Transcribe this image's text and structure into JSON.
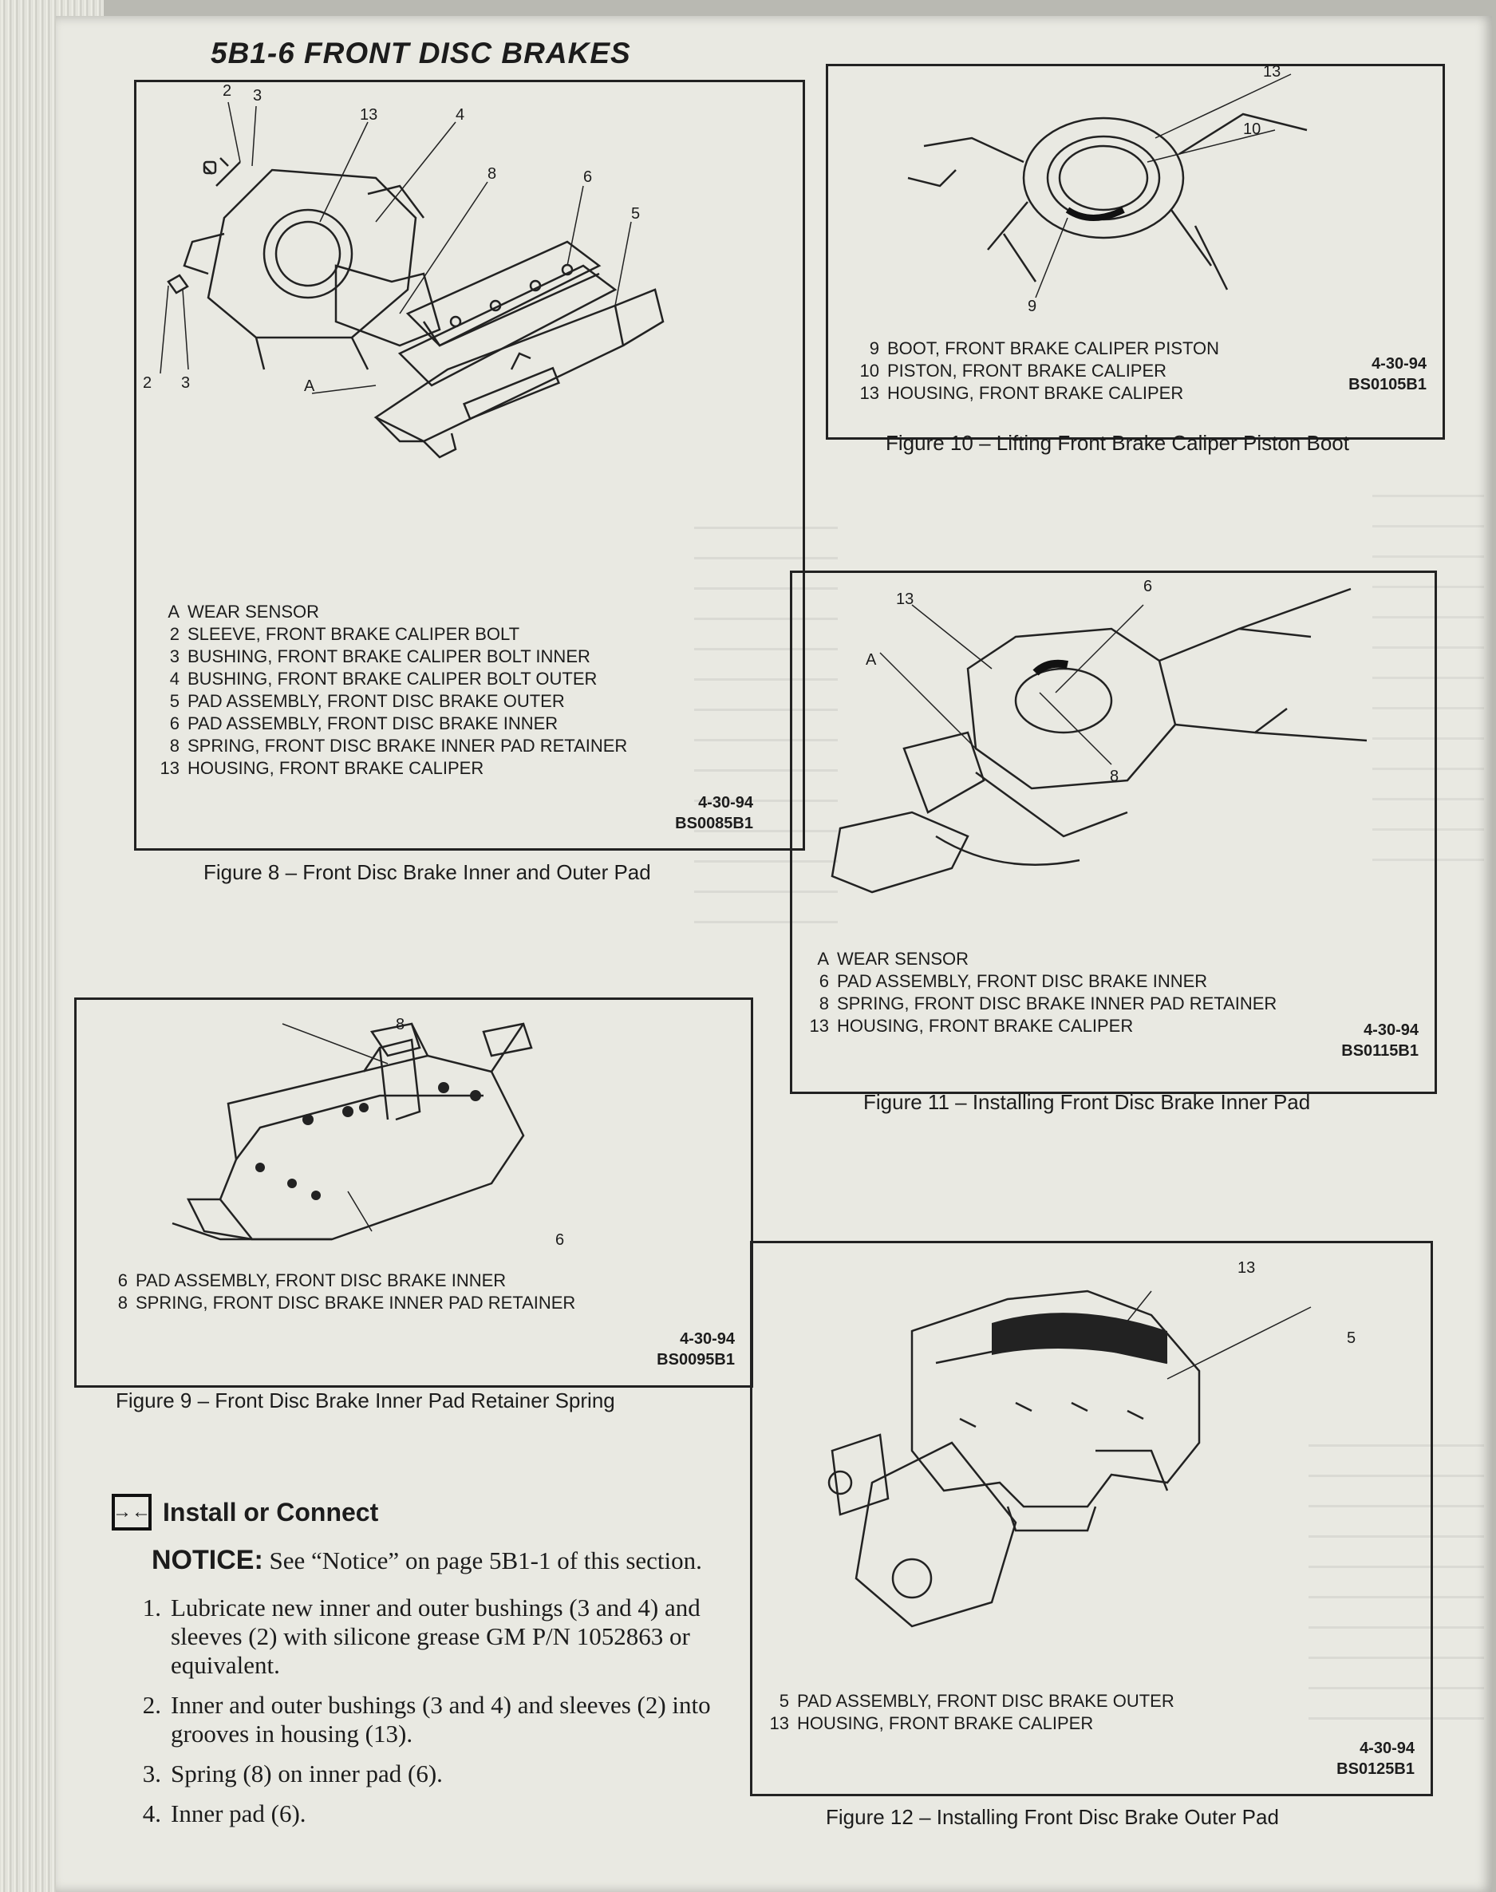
{
  "header": "5B1-6  FRONT DISC BRAKES",
  "figures": {
    "fig8": {
      "caption": "Figure 8 – Front Disc Brake Inner and Outer Pad",
      "legend": [
        {
          "n": "A",
          "text": "WEAR SENSOR"
        },
        {
          "n": "2",
          "text": "SLEEVE, FRONT BRAKE CALIPER BOLT"
        },
        {
          "n": "3",
          "text": "BUSHING, FRONT BRAKE CALIPER BOLT INNER"
        },
        {
          "n": "4",
          "text": "BUSHING, FRONT BRAKE CALIPER BOLT OUTER"
        },
        {
          "n": "5",
          "text": "PAD ASSEMBLY, FRONT DISC BRAKE OUTER"
        },
        {
          "n": "6",
          "text": "PAD ASSEMBLY, FRONT DISC BRAKE INNER"
        },
        {
          "n": "8",
          "text": "SPRING, FRONT DISC BRAKE INNER PAD RETAINER"
        },
        {
          "n": "13",
          "text": "HOUSING, FRONT BRAKE CALIPER"
        }
      ],
      "date": "4-30-94",
      "code": "BS0085B1",
      "callouts": {
        "c2": "2",
        "c3": "3",
        "c13": "13",
        "c4": "4",
        "c8": "8",
        "c6": "6",
        "c5": "5",
        "c2b": "2",
        "c3b": "3",
        "cA": "A"
      }
    },
    "fig9": {
      "caption": "Figure 9 – Front Disc Brake Inner Pad Retainer Spring",
      "legend": [
        {
          "n": "6",
          "text": "PAD ASSEMBLY, FRONT DISC BRAKE INNER"
        },
        {
          "n": "8",
          "text": "SPRING, FRONT DISC BRAKE INNER PAD RETAINER"
        }
      ],
      "date": "4-30-94",
      "code": "BS0095B1",
      "callouts": {
        "c8": "8",
        "c6": "6"
      }
    },
    "fig10": {
      "caption": "Figure 10 – Lifting Front Brake Caliper Piston Boot",
      "legend": [
        {
          "n": "9",
          "text": "BOOT, FRONT BRAKE CALIPER PISTON"
        },
        {
          "n": "10",
          "text": "PISTON, FRONT BRAKE CALIPER"
        },
        {
          "n": "13",
          "text": "HOUSING, FRONT BRAKE CALIPER"
        }
      ],
      "date": "4-30-94",
      "code": "BS0105B1",
      "callouts": {
        "c13": "13",
        "c10": "10",
        "c9": "9"
      }
    },
    "fig11": {
      "caption": "Figure 11 – Installing Front Disc Brake Inner Pad",
      "legend": [
        {
          "n": "A",
          "text": "WEAR SENSOR"
        },
        {
          "n": "6",
          "text": "PAD ASSEMBLY, FRONT DISC BRAKE INNER"
        },
        {
          "n": "8",
          "text": "SPRING, FRONT DISC BRAKE INNER PAD RETAINER"
        },
        {
          "n": "13",
          "text": "HOUSING, FRONT BRAKE CALIPER"
        }
      ],
      "date": "4-30-94",
      "code": "BS0115B1",
      "callouts": {
        "c13": "13",
        "c6": "6",
        "cA": "A",
        "c8": "8"
      }
    },
    "fig12": {
      "caption": "Figure 12 – Installing Front Disc Brake Outer Pad",
      "legend": [
        {
          "n": "5",
          "text": "PAD ASSEMBLY, FRONT DISC BRAKE OUTER"
        },
        {
          "n": "13",
          "text": "HOUSING, FRONT BRAKE CALIPER"
        }
      ],
      "date": "4-30-94",
      "code": "BS0125B1",
      "callouts": {
        "c13": "13",
        "c5": "5"
      }
    }
  },
  "install": {
    "icon": "install-connect-icon",
    "title": "Install or Connect",
    "notice_label": "NOTICE:",
    "notice_text": " See “Notice” on page 5B1-1 of this section.",
    "steps": [
      {
        "n": "1.",
        "text": "Lubricate new inner and outer bushings (3 and 4) and sleeves (2) with silicone grease GM P/N 1052863 or equivalent."
      },
      {
        "n": "2.",
        "text": "Inner and outer bushings (3 and 4) and sleeves (2) into grooves in housing (13)."
      },
      {
        "n": "3.",
        "text": "Spring (8) on inner pad (6)."
      },
      {
        "n": "4.",
        "text": "Inner pad (6)."
      }
    ]
  }
}
